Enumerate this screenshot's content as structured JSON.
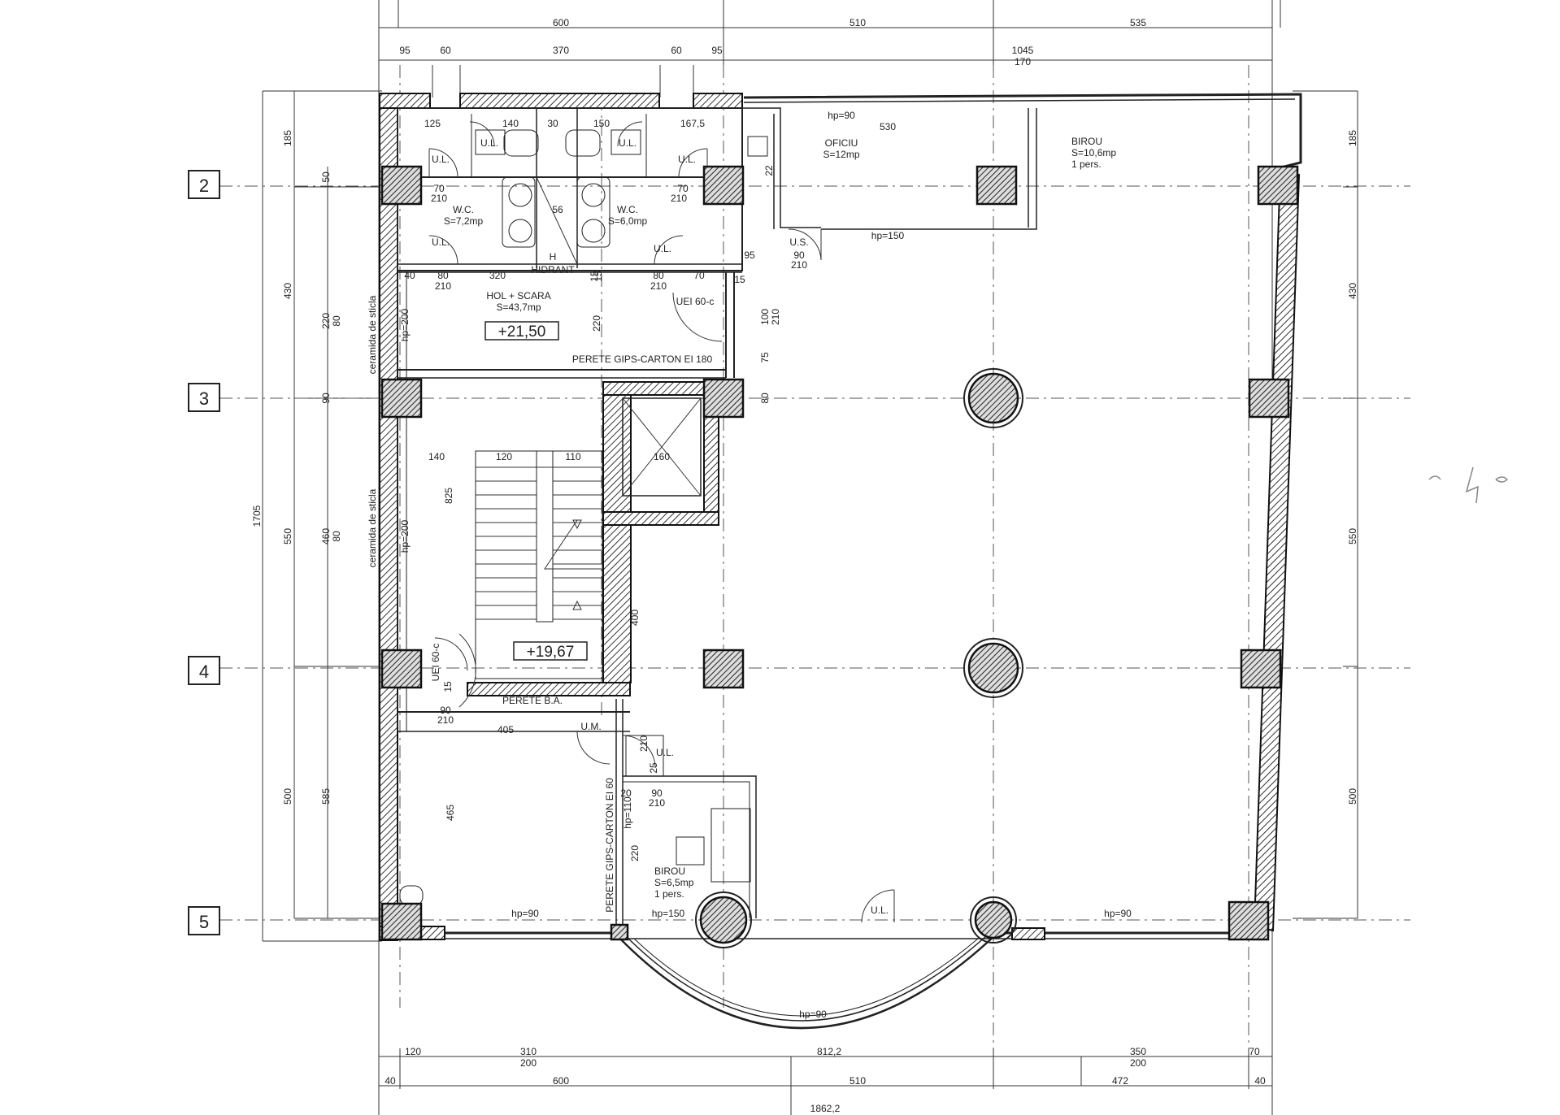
{
  "axes": [
    "2",
    "3",
    "4",
    "5"
  ],
  "top_dims": {
    "row1": [
      "600",
      "510",
      "535"
    ],
    "row2": [
      "95",
      "60",
      "370",
      "60",
      "95",
      "1045",
      "170"
    ]
  },
  "bottom_dims": {
    "row1": [
      "120",
      "310",
      "200",
      "812,2",
      "350",
      "200",
      "70"
    ],
    "row2": [
      "40",
      "600",
      "510",
      "472",
      "40"
    ],
    "total": "1862,2"
  },
  "left_dims": {
    "outer": [
      "185",
      "430",
      "550",
      "500"
    ],
    "total": "1705",
    "inner": [
      "50",
      "220",
      "80",
      "90",
      "460",
      "80",
      "585"
    ]
  },
  "right_dims": [
    "185",
    "430",
    "550",
    "500"
  ],
  "rooms": {
    "wc_left": {
      "name": "W.C.",
      "area": "S=7,2mp"
    },
    "wc_right": {
      "name": "W.C.",
      "area": "S=6,0mp"
    },
    "oficiu": {
      "name": "OFICIU",
      "area": "S=12mp"
    },
    "birou_top": {
      "name": "BIROU",
      "area": "S=10,6mp",
      "pers": "1 pers."
    },
    "hol": {
      "name": "HOL + SCARA",
      "area": "S=43,7mp"
    },
    "birou_bottom": {
      "name": "BIROU",
      "area": "S=6,5mp",
      "pers": "1 pers."
    }
  },
  "levels": {
    "upper": "+21,50",
    "lower": "+19,67"
  },
  "labels": {
    "hidrant": "HIDRANT",
    "h": "H",
    "perete_gips_ei180": "PERETE GIPS-CARTON EI 180",
    "perete_ba": "PERETE B.A.",
    "perete_gips_ei60": "PERETE GIPS-CARTON EI 60",
    "ceramida_1": "ceramida de sticla",
    "ceramida_2": "ceramida de sticla",
    "uei_1": "UEI 60-c",
    "uei_2": "UEI 60-c",
    "ul": "U.L.",
    "us": "U.S.",
    "um": "U.M.",
    "hp90": "hp=90",
    "hp150": "hp=150",
    "hp200": "hp=200",
    "hp110": "hp=110",
    "elev": "160"
  },
  "misc_dims": {
    "wc_top": [
      "125",
      "140",
      "30",
      "150",
      "167,5"
    ],
    "wc_door": [
      "70",
      "210"
    ],
    "hol_top": [
      "40",
      "80",
      "320",
      "80",
      "70",
      "15",
      "15"
    ],
    "door_210": "210",
    "oficiu_530": "530",
    "stair": [
      "140",
      "120",
      "110"
    ],
    "stair_len": "825",
    "stair_220": "220",
    "uei_dims": [
      "100",
      "210",
      "75",
      "80"
    ],
    "us_dims": [
      "95",
      "90",
      "210"
    ],
    "lower_405": "405",
    "lower_465": "465",
    "lower_400": "400",
    "lower_90": "90",
    "ul_dims": [
      "210",
      "25",
      "20",
      "90",
      "210",
      "220"
    ],
    "m56": "56",
    "d15": "15",
    "d90": "90",
    "d22": "22"
  }
}
